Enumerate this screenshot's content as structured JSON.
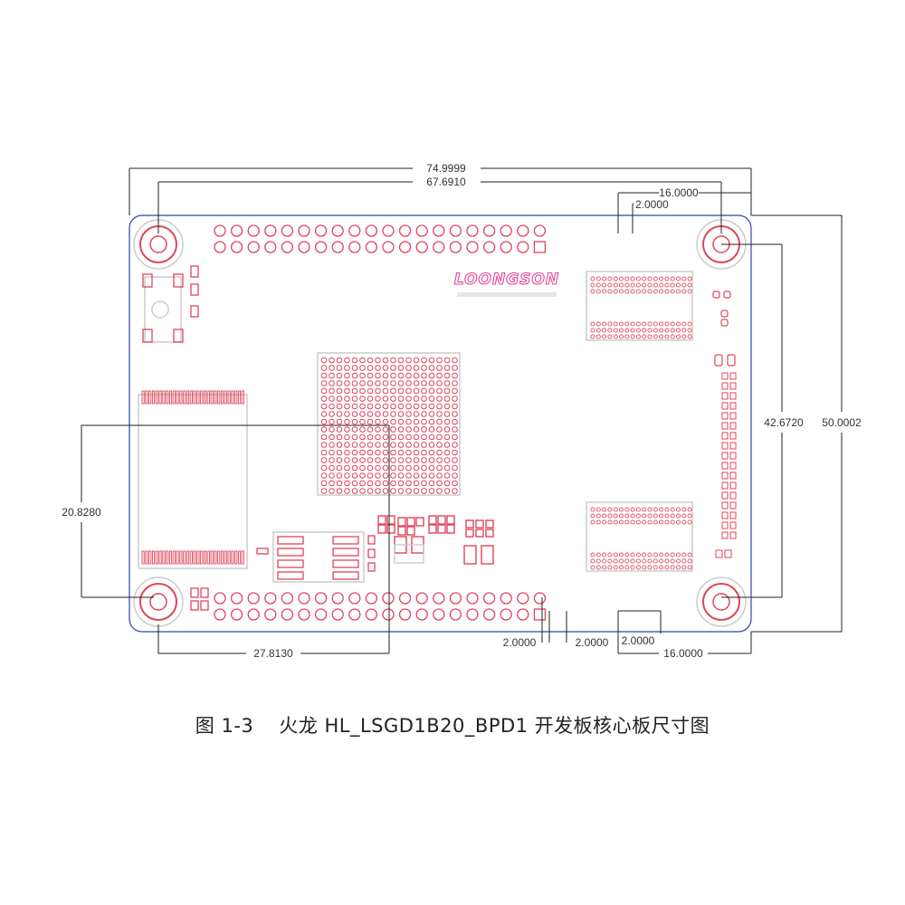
{
  "logo": {
    "text": "LOONGSON",
    "color": "#e2479b"
  },
  "colors": {
    "pad": "#e0455a",
    "outline": "#3344aa",
    "dim_line": "#222222",
    "silk": "#d9d9d9"
  },
  "dimensions": {
    "overall_width": "74.9999",
    "mount_hole_span_x": "67.6910",
    "top_right_offset": "16.0000",
    "top_pin_pitch": "2.0000",
    "overall_height": "50.0002",
    "mount_hole_span_y": "42.6720",
    "bga_offset_y": "20.8280",
    "bga_offset_x": "27.8130",
    "bottom_pitch_1": "2.0000",
    "bottom_pitch_2": "2.0000",
    "bottom_pitch_3": "2.0000",
    "bottom_right_offset": "16.0000"
  },
  "caption": {
    "figure_number": "图 1-3",
    "title": "火龙 HL_LSGD1B20_BPD1 开发板核心板尺寸图"
  }
}
